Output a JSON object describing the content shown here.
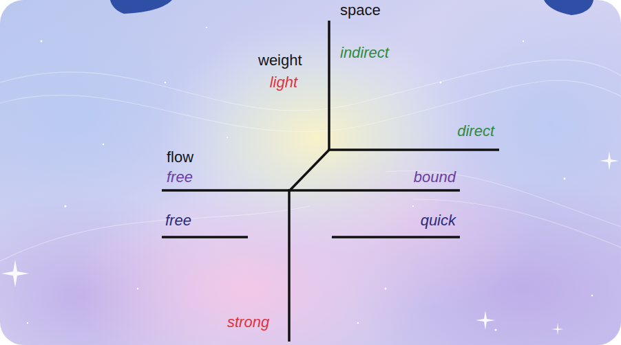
{
  "diagram": {
    "labels": [
      "space",
      "indirect",
      "weight",
      "light",
      "direct",
      "flow",
      "free",
      "bound",
      "free",
      "quick",
      "strong"
    ]
  }
}
